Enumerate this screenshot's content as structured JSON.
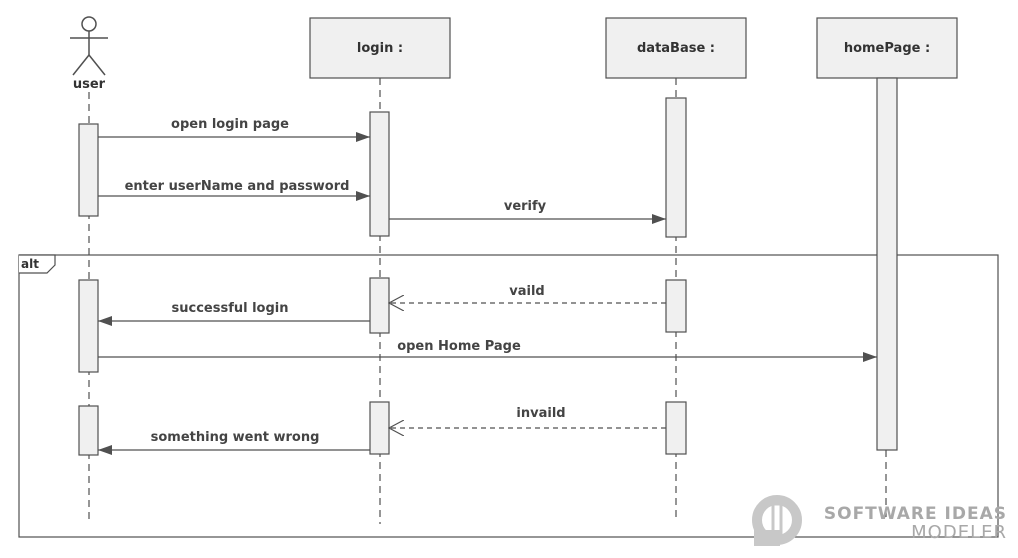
{
  "actor": {
    "name": "user"
  },
  "participants": [
    {
      "id": "login",
      "label": "login :"
    },
    {
      "id": "database",
      "label": "dataBase :"
    },
    {
      "id": "homepage",
      "label": "homePage :"
    }
  ],
  "fragment": {
    "operator": "alt"
  },
  "messages": [
    {
      "label": "open login page",
      "style": "sync"
    },
    {
      "label": "enter userName and password",
      "style": "sync"
    },
    {
      "label": "verify",
      "style": "sync"
    },
    {
      "label": "vaild",
      "style": "return"
    },
    {
      "label": "successful login",
      "style": "sync"
    },
    {
      "label": "open Home Page",
      "style": "sync"
    },
    {
      "label": "invaild",
      "style": "return"
    },
    {
      "label": "something went wrong",
      "style": "sync"
    }
  ],
  "watermark": {
    "line1": "SOFTWARE IDEAS",
    "line2": "MODELER"
  },
  "colors": {
    "box_fill": "#f0f0f0",
    "stroke": "#505050",
    "text": "#444444",
    "watermark": "#a8a8a8"
  }
}
